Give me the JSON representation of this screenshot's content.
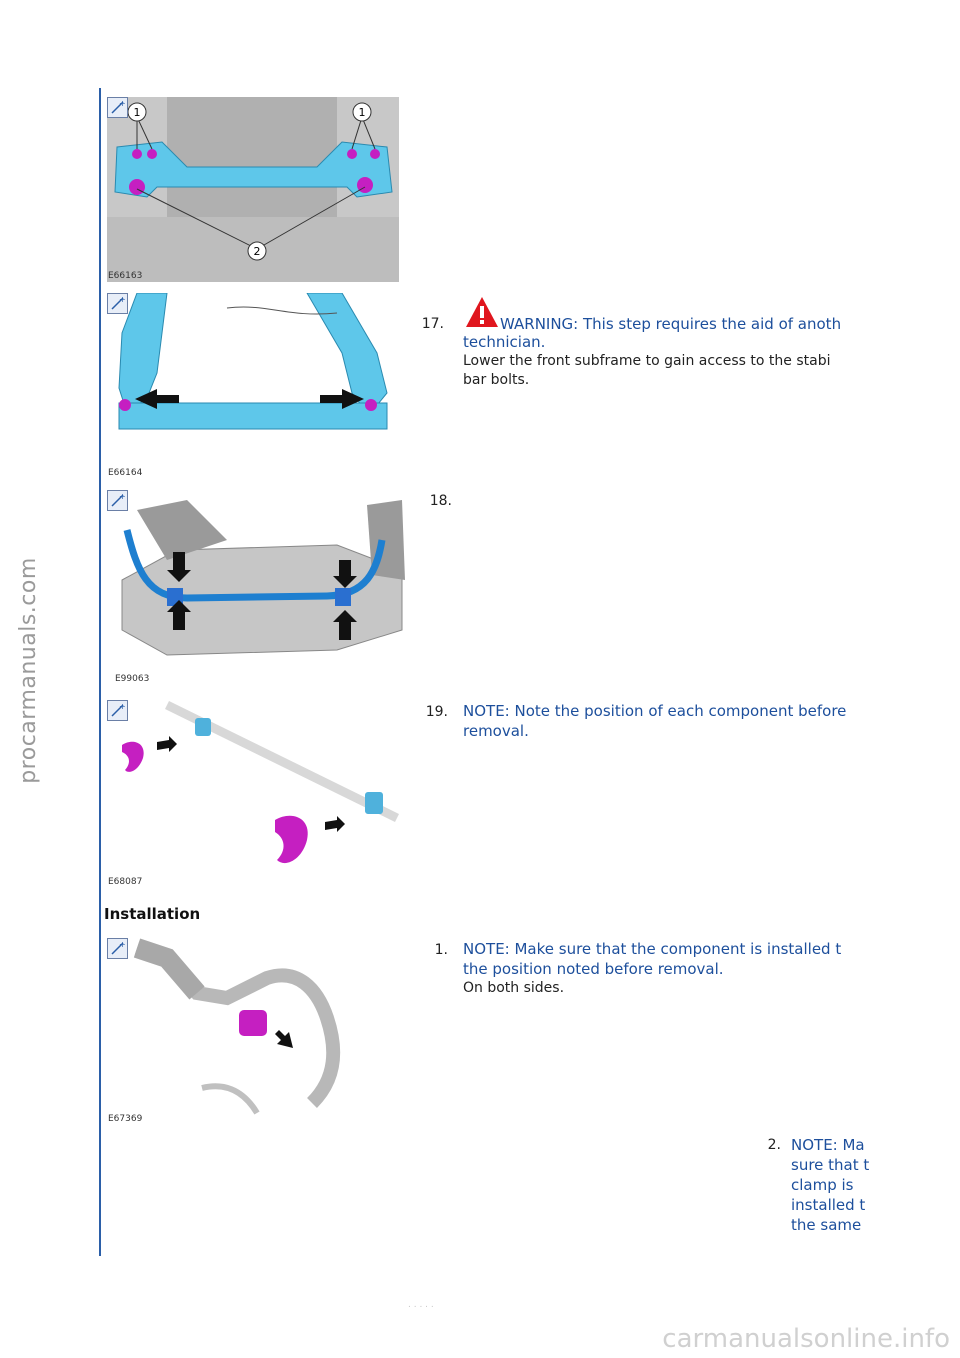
{
  "side_watermark": "procarmanuals.com",
  "bottom_watermark": "carmanualsonline.info",
  "footer_text": ". . . . .",
  "section_heading": "Installation",
  "figures": [
    {
      "label": "E66163",
      "callouts": [
        "1",
        "1",
        "2"
      ]
    },
    {
      "label": "E66164"
    },
    {
      "label": "E99063"
    },
    {
      "label": "E68087"
    },
    {
      "label": "E67369"
    }
  ],
  "steps": [
    {
      "num": "17.",
      "line1": "WARNING: This step requires the aid of anoth",
      "line2": "technician.",
      "body1": "Lower the front subframe to gain access to the stabi",
      "body2": "bar bolts."
    },
    {
      "num": "18."
    },
    {
      "num": "19.",
      "line1": "NOTE: Note the position of each component before",
      "line2": "removal."
    },
    {
      "num": "1.",
      "line1": "NOTE: Make sure that the component is installed t",
      "line2": "the position noted before removal.",
      "body1": "On both sides."
    },
    {
      "num": "2.",
      "lines": [
        "NOTE: Ma",
        "sure that t",
        "clamp is",
        "installed t",
        "the same"
      ]
    }
  ]
}
